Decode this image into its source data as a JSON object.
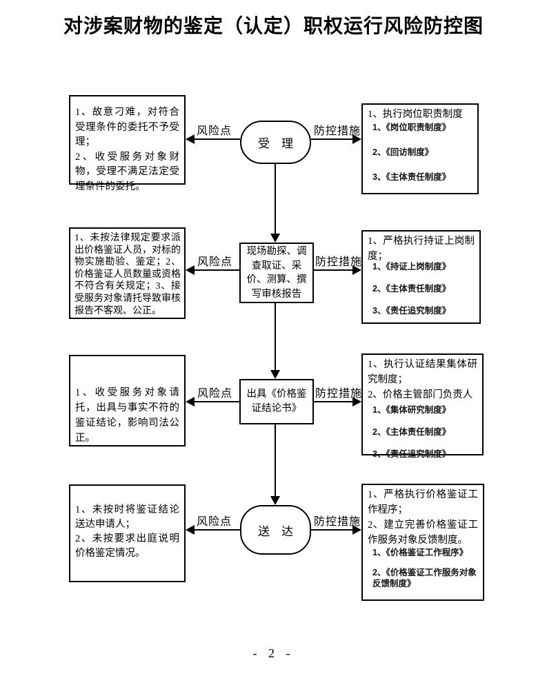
{
  "title": "对涉案财物的鉴定（认定）职权运行风险防控图",
  "page_number": "- 2 -",
  "labels": {
    "risk": "风险点",
    "measure": "防控措施"
  },
  "colors": {
    "ink": "#000000",
    "background": "#ffffff",
    "bold_list_ink": "#15151f"
  },
  "stages": [
    {
      "name": "受　理",
      "shape": "stadium",
      "risks": [
        "1、故意刁难，对符合受理条件的委托不予受理；",
        "2、收受服务对象财物，受理不满足法定受理条件的委托。"
      ],
      "intro": [
        "1、执行岗位职责制度"
      ],
      "measures": [
        "1、《岗位职责制度》",
        "2、《回访制度》",
        "3、《主体责任制度》"
      ]
    },
    {
      "name": "现场勘探、调查取证、采价、测算、撰写审核报告",
      "shape": "rect",
      "risks": [
        "1、未按法律规定要求派出价格鉴证人员，对标的物实施勘验、鉴定；2、价格鉴证人员数量或资格不符合有关规定；3、接受服务对象请托导致审核报告不客观、公正。"
      ],
      "intro": [
        "1、严格执行持证上岗制度；"
      ],
      "measures": [
        "1、《持证上岗制度》",
        "2、《主体责任制度》",
        "3、《责任追究制度》"
      ]
    },
    {
      "name": "出具《价格鉴证结论书》",
      "shape": "rect",
      "risks": [
        "1、收受服务对象请托，出具与事实不符的鉴证结论，影响司法公正。"
      ],
      "intro": [
        "1、执行认证结果集体研究制度；",
        "2、价格主管部门负责人"
      ],
      "measures": [
        "1、《集体研究制度》",
        "2、《主体责任制度》",
        "3、《责任追究制度》"
      ]
    },
    {
      "name": "送　达",
      "shape": "stadium",
      "risks": [
        "1、未按时将鉴证结论送达申请人；",
        "2、未按要求出庭说明价格鉴定情况。"
      ],
      "intro": [
        "1、严格执行价格鉴证工作程序；",
        "2、建立完善价格鉴证工作服务对象反馈制度。"
      ],
      "measures": [
        "1、《价格鉴证工作程序》",
        "2、《价格鉴证工作服务对象反馈制度》"
      ]
    }
  ]
}
